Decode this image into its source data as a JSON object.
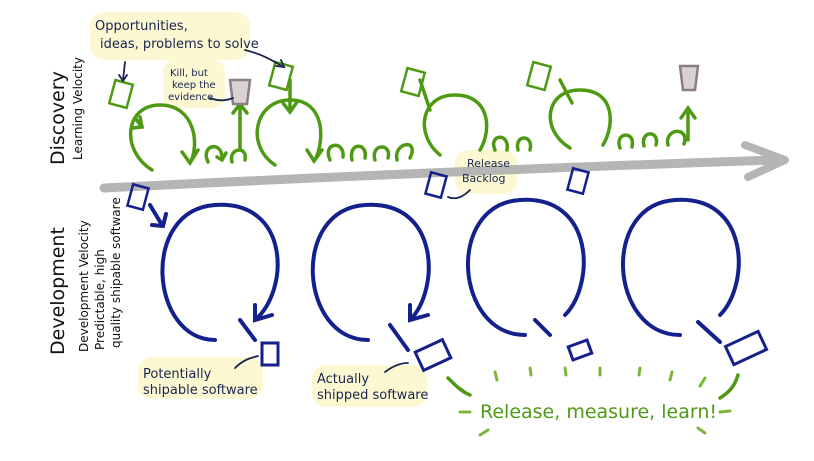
{
  "colors": {
    "discovery": "#4f9a14",
    "development": "#14208c",
    "timeline": "#b5b5b5",
    "highlight": "#fbf8d2",
    "annotation": "#1b2550"
  },
  "discovery": {
    "title": "Discovery",
    "subtitle": "Learning Velocity"
  },
  "development": {
    "title": "Development",
    "subtitle_lines": [
      "Development Velocity",
      "Predictable, high",
      "quality shipable software"
    ]
  },
  "notes": {
    "opportunities": [
      "Opportunities,",
      "ideas, problems to solve"
    ],
    "kill": [
      "Kill, but",
      "keep the",
      "evidence"
    ],
    "backlog": [
      "Release",
      "Backlog"
    ],
    "potentially": [
      "Potentially",
      "shipable software"
    ],
    "actually": [
      "Actually",
      "shipped software"
    ],
    "release": "Release, measure, learn!"
  },
  "icons": [
    "idea-card-icon",
    "trash-can-icon",
    "backlog-card-icon",
    "software-box-icon"
  ]
}
